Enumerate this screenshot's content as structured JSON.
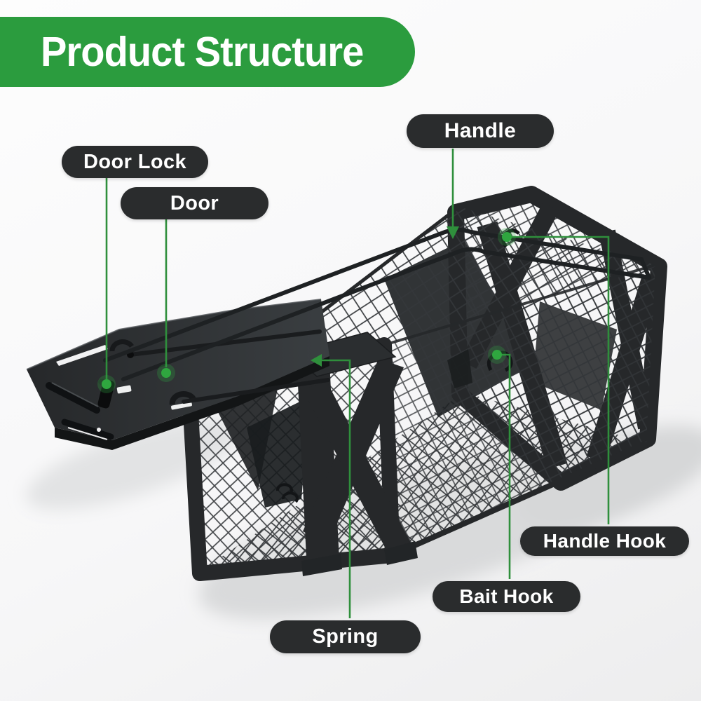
{
  "banner": {
    "title": "Product Structure"
  },
  "labels": [
    {
      "id": "handle",
      "text": "Handle"
    },
    {
      "id": "door-lock",
      "text": "Door Lock"
    },
    {
      "id": "door",
      "text": "Door"
    },
    {
      "id": "handle-hook",
      "text": "Handle Hook"
    },
    {
      "id": "bait-hook",
      "text": "Bait Hook"
    },
    {
      "id": "spring",
      "text": "Spring"
    }
  ],
  "colors": {
    "banner_bg": "#2b9c3e",
    "banner_text": "#ffffff",
    "label_bg": "#2a2c2d",
    "label_text": "#ffffff",
    "leader_line": "#2f8f3c",
    "indicator_dot": "#2fa63f",
    "trap_dark": "#26282a",
    "mesh_line": "#34373a",
    "bg_top": "#fdfdfd",
    "bg_bottom": "#ededee"
  }
}
